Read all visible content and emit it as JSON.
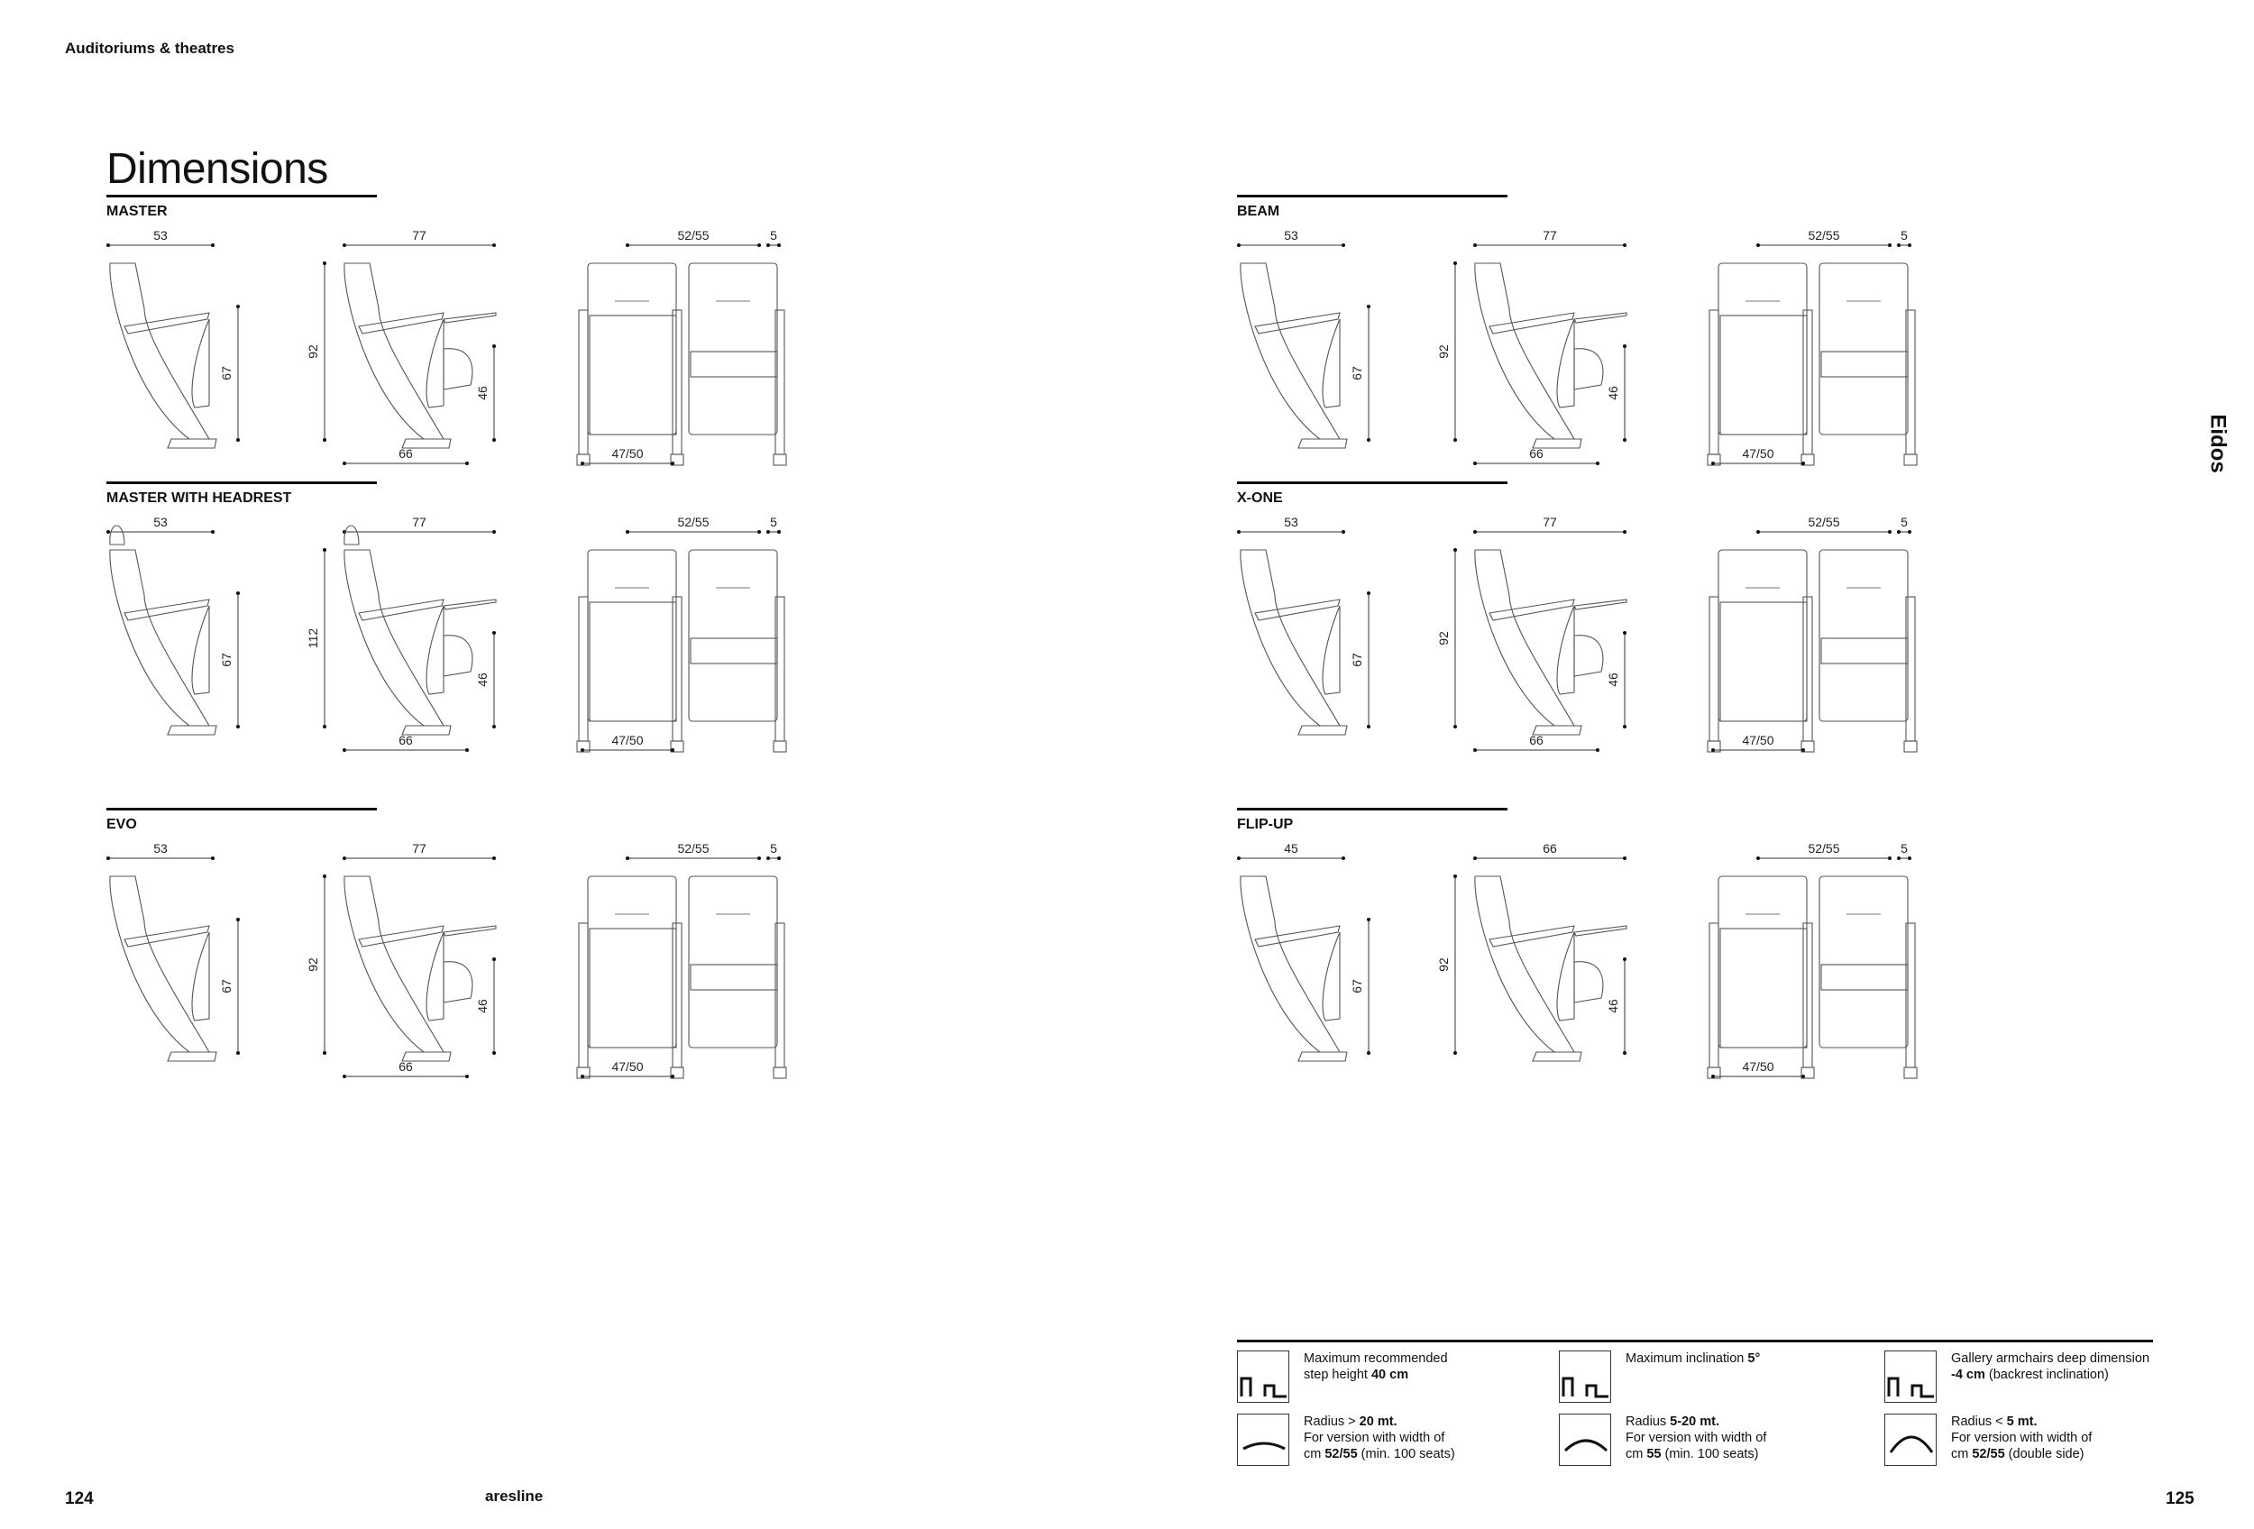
{
  "header": {
    "section": "Auditoriums & theatres"
  },
  "page": {
    "title": "Dimensions",
    "side_label": "Eidos",
    "left_number": "124",
    "right_number": "125",
    "brand": "aresline"
  },
  "sections": [
    {
      "name": "MASTER",
      "d1": "53",
      "d2": "77",
      "d3": "52/55",
      "d4": "5",
      "h1": "67",
      "h2": "92",
      "h3": "46",
      "w1": "66",
      "w2": "47/50"
    },
    {
      "name": "MASTER WITH HEADREST",
      "d1": "53",
      "d2": "77",
      "d3": "52/55",
      "d4": "5",
      "h1": "67",
      "h2": "112",
      "h3": "46",
      "w1": "66",
      "w2": "47/50"
    },
    {
      "name": "EVO",
      "d1": "53",
      "d2": "77",
      "d3": "52/55",
      "d4": "5",
      "h1": "67",
      "h2": "92",
      "h3": "46",
      "w1": "66",
      "w2": "47/50"
    },
    {
      "name": "BEAM",
      "d1": "53",
      "d2": "77",
      "d3": "52/55",
      "d4": "5",
      "h1": "67",
      "h2": "92",
      "h3": "46",
      "w1": "66",
      "w2": "47/50"
    },
    {
      "name": "X-ONE",
      "d1": "53",
      "d2": "77",
      "d3": "52/55",
      "d4": "5",
      "h1": "67",
      "h2": "92",
      "h3": "46",
      "w1": "66",
      "w2": "47/50"
    },
    {
      "name": "FLIP-UP",
      "d1": "45",
      "d2": "66",
      "d3": "52/55",
      "d4": "5",
      "h1": "67",
      "h2": "92",
      "h3": "46",
      "w1": "",
      "w2": "47/50"
    }
  ],
  "legend": [
    {
      "icon": "step-height-icon",
      "line1": "Maximum recommended",
      "line2_pre": "step height ",
      "line2_bold": "40 cm",
      "line3_pre": "",
      "line3_bold": "",
      "line3_post": ""
    },
    {
      "icon": "inclination-icon",
      "line1": "Maximum inclination ",
      "line1_bold": "5°",
      "line2_pre": "",
      "line2_bold": "",
      "line3_pre": "",
      "line3_bold": "",
      "line3_post": ""
    },
    {
      "icon": "gallery-icon",
      "line1": "Gallery armchairs deep dimension",
      "line2_pre": "",
      "line2_bold": "-4 cm",
      "line2_post": " (backrest inclination)",
      "line3_pre": "",
      "line3_bold": "",
      "line3_post": ""
    },
    {
      "icon": "radius-large-icon",
      "line1_pre": "Radius > ",
      "line1_bold": "20 mt.",
      "line2_pre": "For version with width of",
      "line3_pre": "cm ",
      "line3_bold": "52/55",
      "line3_post": " (min. 100 seats)"
    },
    {
      "icon": "radius-medium-icon",
      "line1_pre": "Radius ",
      "line1_bold": "5-20 mt.",
      "line2_pre": "For version with width of",
      "line3_pre": "cm ",
      "line3_bold": "55",
      "line3_post": " (min. 100 seats)"
    },
    {
      "icon": "radius-small-icon",
      "line1_pre": "Radius < ",
      "line1_bold": "5 mt.",
      "line2_pre": "For version with width of",
      "line3_pre": "cm ",
      "line3_bold": "52/55",
      "line3_post": " (double side)"
    }
  ]
}
